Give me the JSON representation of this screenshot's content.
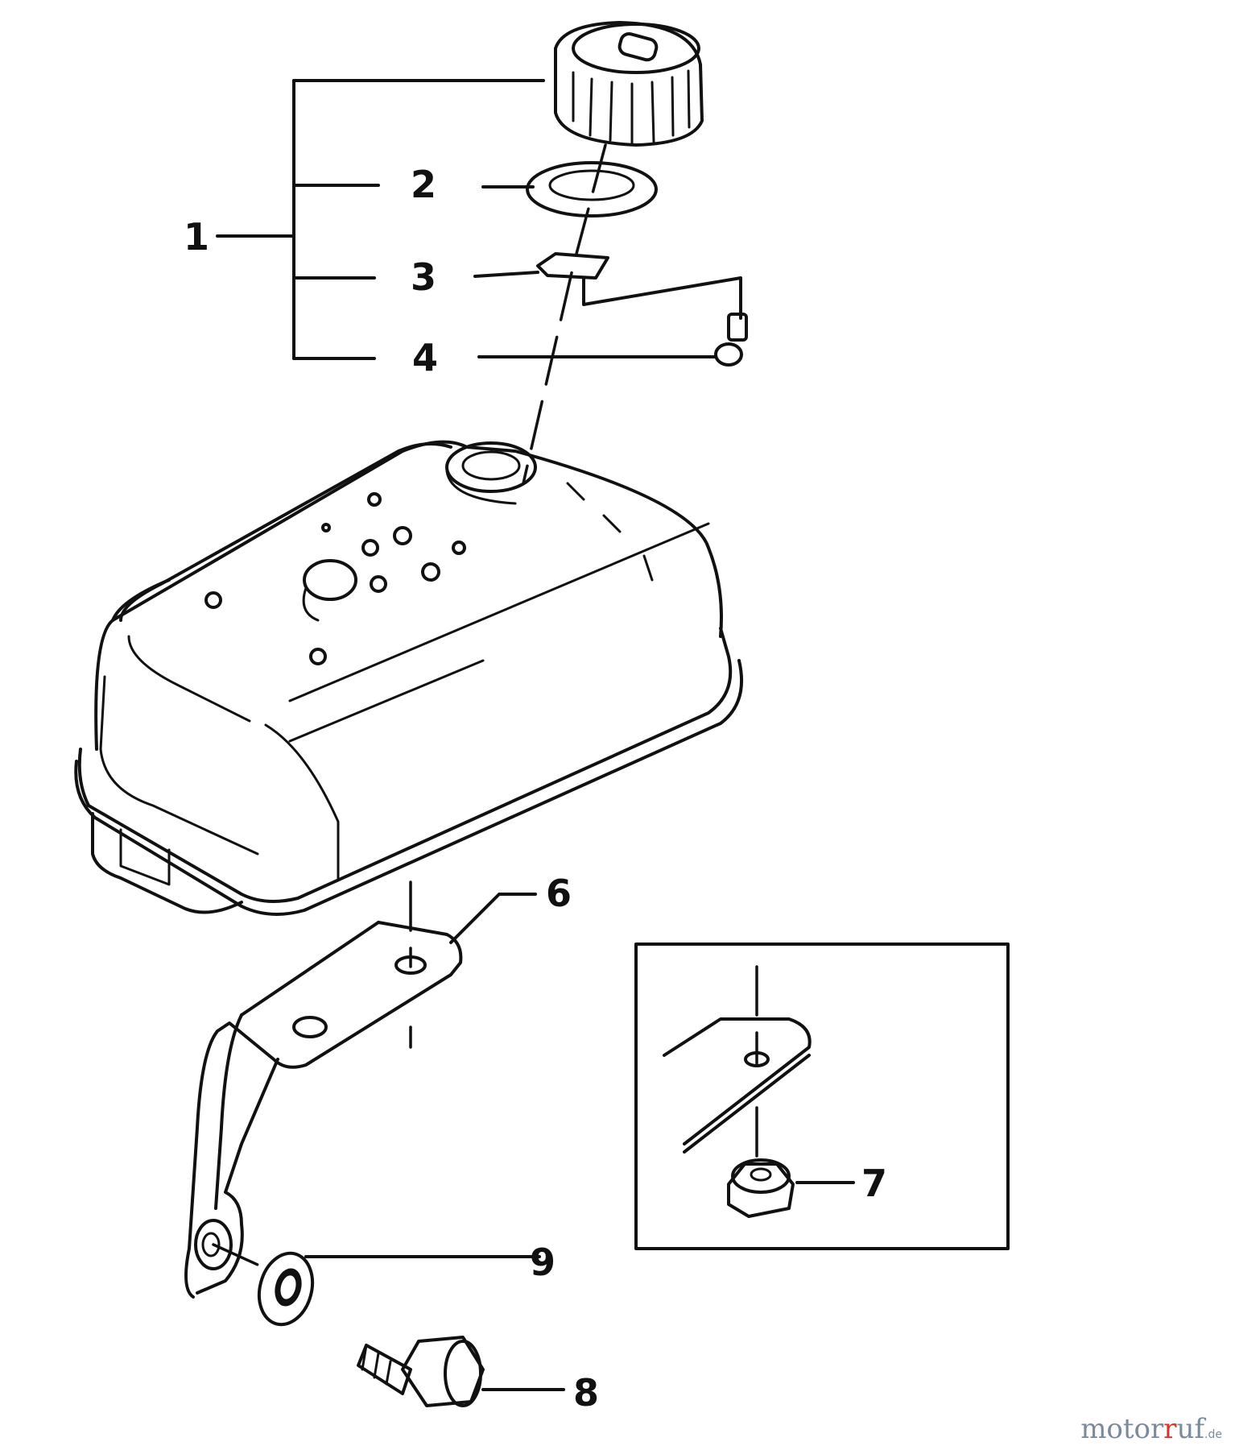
{
  "callouts": {
    "c1": "1",
    "c2": "2",
    "c3": "3",
    "c4": "4",
    "c6": "6",
    "c7": "7",
    "c8": "8",
    "c9": "9"
  },
  "watermark": {
    "brand_motor": "motor",
    "brand_uf": "uf",
    "suffix": ".de"
  },
  "colors": {
    "ink": "#111111",
    "watermark_text": "#7a8a9a",
    "watermark_r": "#d9302a"
  }
}
